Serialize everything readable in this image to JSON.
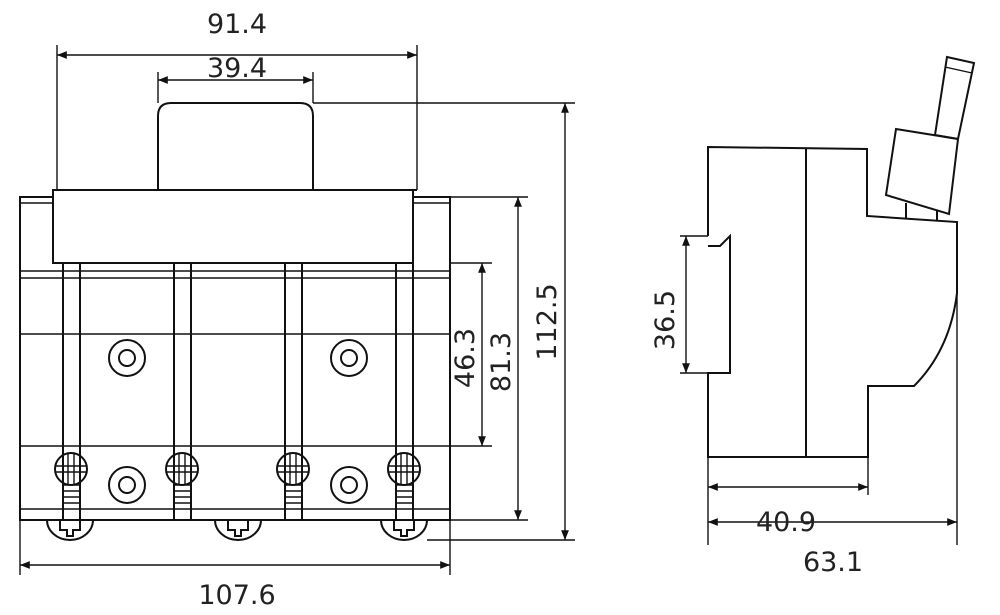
{
  "front_view": {
    "dimensions": {
      "overall_top_width": "91.4",
      "handle_width": "39.4",
      "base_width": "107.6",
      "terminal_height": "46.3",
      "body_height": "81.3",
      "total_height": "112.5"
    }
  },
  "side_view": {
    "dimensions": {
      "rail_clip_height": "36.5",
      "front_depth": "40.9",
      "total_depth": "63.1"
    }
  }
}
